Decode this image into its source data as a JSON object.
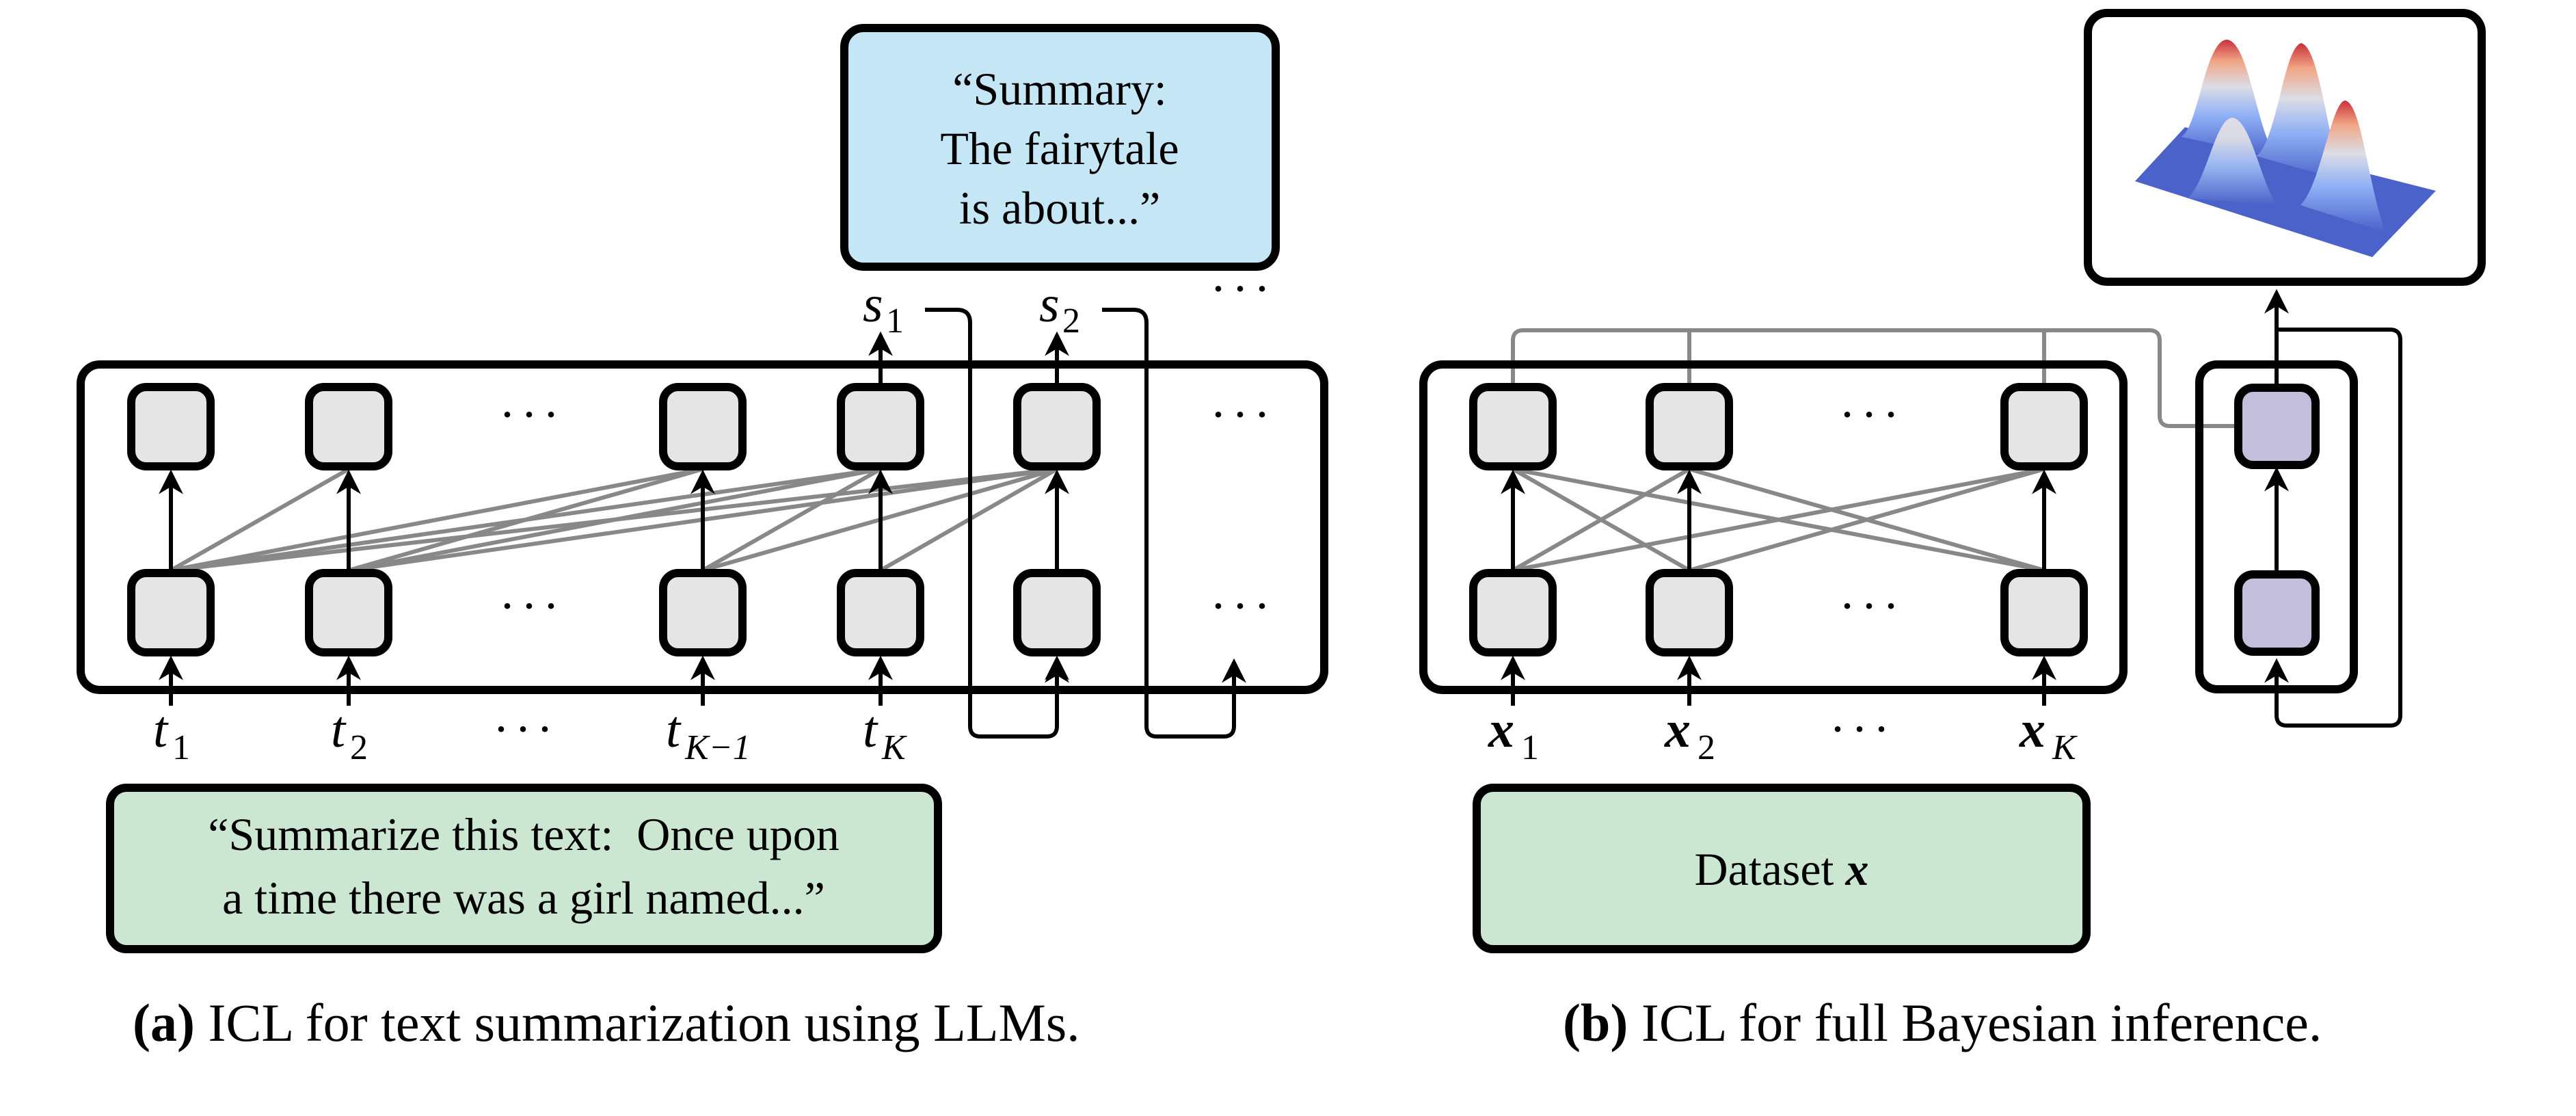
{
  "colors": {
    "node_fill": "#e5e5e5",
    "node_fill_amortized": "#c4bedd",
    "prompt_box_fill": "#cbe6d1",
    "output_box_fill": "#c5e6f5",
    "attention_line": "#888888",
    "stroke": "#000000"
  },
  "panel_a": {
    "output_box_lines": [
      "“Summary:",
      "The fairytale",
      "is about...”"
    ],
    "input_box_lines": [
      "“Summarize this text:  Once upon",
      "a time there was a girl named...”"
    ],
    "outputs": [
      {
        "base": "s",
        "sub": "1"
      },
      {
        "base": "s",
        "sub": "2"
      }
    ],
    "outputs_more": "···",
    "inputs": [
      {
        "base": "t",
        "sub": "1",
        "sub_italic": false
      },
      {
        "base": "t",
        "sub": "2",
        "sub_italic": false
      },
      {
        "base": "···",
        "sub": "",
        "sub_italic": false
      },
      {
        "base": "t",
        "sub": "K−1",
        "sub_italic": true
      },
      {
        "base": "t",
        "sub": "K",
        "sub_italic": true
      }
    ],
    "ellipsis": "···",
    "attention": "causal",
    "caption_tag": "(a)",
    "caption_text": " ICL for text summarization using LLMs."
  },
  "panel_b": {
    "inputs": [
      {
        "base": "x",
        "sub": "1",
        "sub_italic": false
      },
      {
        "base": "x",
        "sub": "2",
        "sub_italic": false
      },
      {
        "base": "···",
        "sub": "",
        "sub_italic": false
      },
      {
        "base": "x",
        "sub": "K",
        "sub_italic": true
      }
    ],
    "ellipsis": "···",
    "attention": "full",
    "dataset_label": "Dataset ",
    "dataset_symbol": "x",
    "plot_description": "3D posterior density surface with three peaks",
    "caption_tag": "(b)",
    "caption_text": " ICL for full Bayesian inference."
  }
}
